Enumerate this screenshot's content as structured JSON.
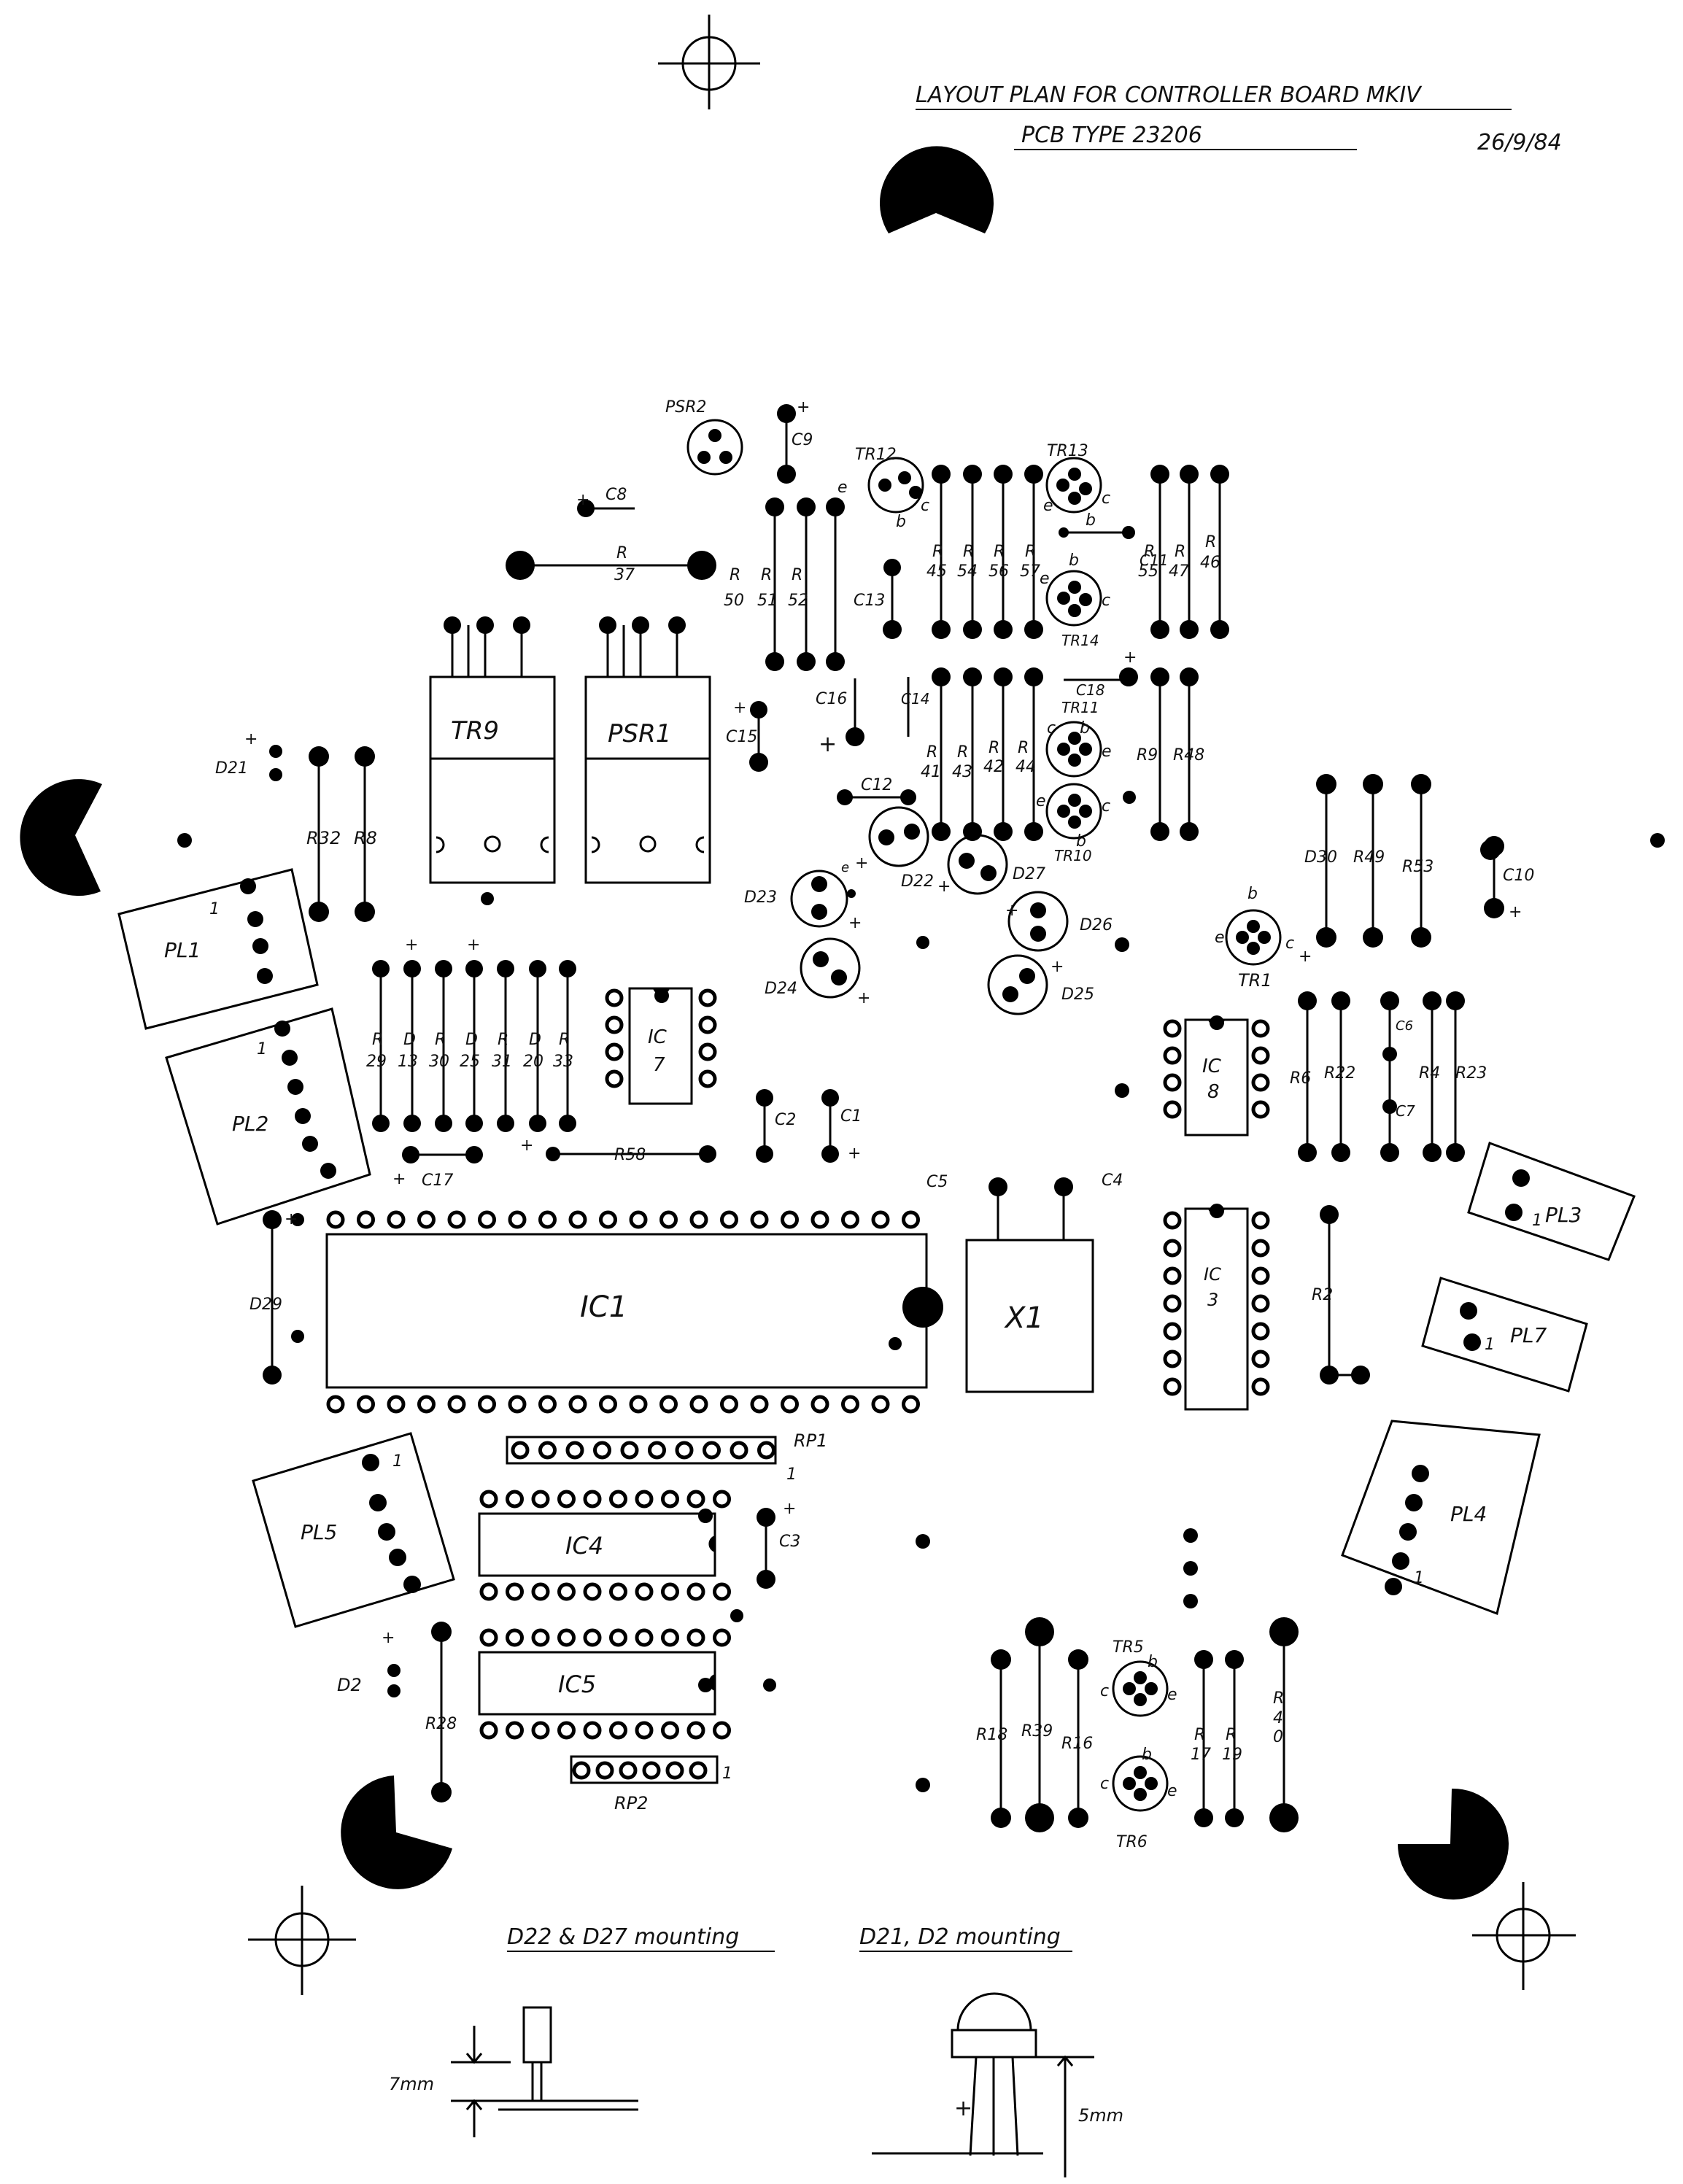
{
  "title": {
    "line1": "LAYOUT PLAN FOR CONTROLLER BOARD MKIV",
    "line2": "PCB TYPE 23206",
    "date": "26/9/84"
  },
  "labels": {
    "TR9": "TR9",
    "PSR1": "PSR1",
    "PSR2": "PSR2",
    "C8": "C8",
    "R37": "R",
    "R37n": "37",
    "C9": "C9",
    "R50": "50",
    "R51": "51",
    "R52": "52",
    "R": "R",
    "TR12": "TR12",
    "TR13": "TR13",
    "TR14": "TR14",
    "TR11": "TR11",
    "TR10": "TR10",
    "TR1": "TR1",
    "C11": "C11",
    "C13": "C13",
    "C14": "C14",
    "C15": "C15",
    "C16": "C16",
    "C18": "C18",
    "C12": "C12",
    "R45": "45",
    "R54": "54",
    "R56": "56",
    "R57": "57",
    "R55": "55",
    "R47": "47",
    "R46": "46",
    "R41": "41",
    "R43": "43",
    "R42": "42",
    "R44": "44",
    "R9": "R9",
    "R48": "R48",
    "D21": "D21",
    "R32": "R32",
    "R8": "R8",
    "D23": "D23",
    "D22": "D22",
    "D27": "D27",
    "D24": "D24",
    "D25": "D25",
    "D26": "D26",
    "D30": "D30",
    "R49": "R49",
    "R53": "R53",
    "C10": "C10",
    "PL1": "PL1",
    "PL2": "PL2",
    "PL3": "PL3",
    "PL4": "PL4",
    "PL5": "PL5",
    "PL7": "PL7",
    "R29": "29",
    "D13": "13",
    "R30": "30",
    "D25b": "25",
    "R31": "31",
    "D20": "20",
    "R33": "33",
    "D": "D",
    "IC7a": "IC",
    "IC7b": "7",
    "IC8a": "IC",
    "IC8b": "8",
    "IC3a": "IC",
    "IC3b": "3",
    "C2": "C2",
    "C1": "C1",
    "C17": "C17",
    "R58": "R58",
    "C5": "C5",
    "C4": "C4",
    "R6": "R6",
    "R22": "R22",
    "C6": "C6",
    "C7": "C7",
    "R4": "R4",
    "R23": "R23",
    "IC1": "IC1",
    "X1": "X1",
    "D29": "D29",
    "R2": "R2",
    "RP1": "RP1",
    "RP2": "RP2",
    "IC4": "IC4",
    "IC5": "IC5",
    "C3": "C3",
    "D2": "D2",
    "R28": "R28",
    "TR5": "TR5",
    "TR6": "TR6",
    "R18": "R18",
    "R39": "R39",
    "R16": "R16",
    "R17": "17",
    "R19": "19",
    "R40a": "4",
    "R40b": "0",
    "e": "e",
    "b": "b",
    "c": "c",
    "plus": "+",
    "one": "1"
  },
  "mounting": {
    "heading1": "D22 & D27 mounting",
    "heading2": "D21, D2 mounting",
    "dim1": "7mm",
    "dim2": "5mm"
  }
}
